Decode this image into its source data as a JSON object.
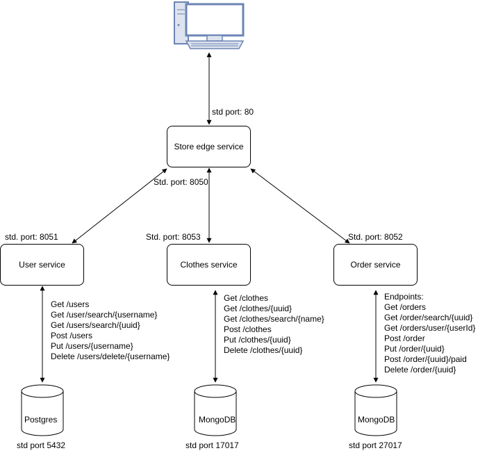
{
  "services": {
    "edge": "Store edge service",
    "user": "User service",
    "clothes": "Clothes service",
    "order": "Order service"
  },
  "ports": {
    "client_edge": "std port: 80",
    "edge": "Std. port: 8050",
    "user": "std. port: 8051",
    "clothes": "Std. port: 8053",
    "order": "Std. port: 8052"
  },
  "databases": {
    "user": {
      "name": "Postgres",
      "port": "std port 5432"
    },
    "clothes": {
      "name": "MongoDB",
      "port": "std port 17017"
    },
    "order": {
      "name": "MongoDB",
      "port": "std port 27017"
    }
  },
  "endpoints": {
    "user": [
      "Get /users",
      "Get /user/search/{username}",
      "Get /users/search/{uuid}",
      "Post /users",
      "Put /users/{username}",
      "Delete /users/delete/{username}"
    ],
    "clothes": [
      "Get /clothes",
      "Get /clothes/{uuid}",
      "Get  /clothes/search/{name}",
      "Post /clothes",
      "Put /clothes/{uuid}",
      "Delete /clothes/{uuid}"
    ],
    "order": [
      "Endpoints:",
      "Get /orders",
      "Get /order/search/{uuid}",
      "Get /orders/user/{userId}",
      "Post /order",
      "Put /order/{uuid}",
      "Post /order/{uuid}/paid",
      "Delete /order/{uuid}"
    ]
  },
  "colors": {
    "monitor_frame": "#6b84b3",
    "monitor_screen": "#ffffff",
    "monitor_case": "#dde3ef"
  }
}
